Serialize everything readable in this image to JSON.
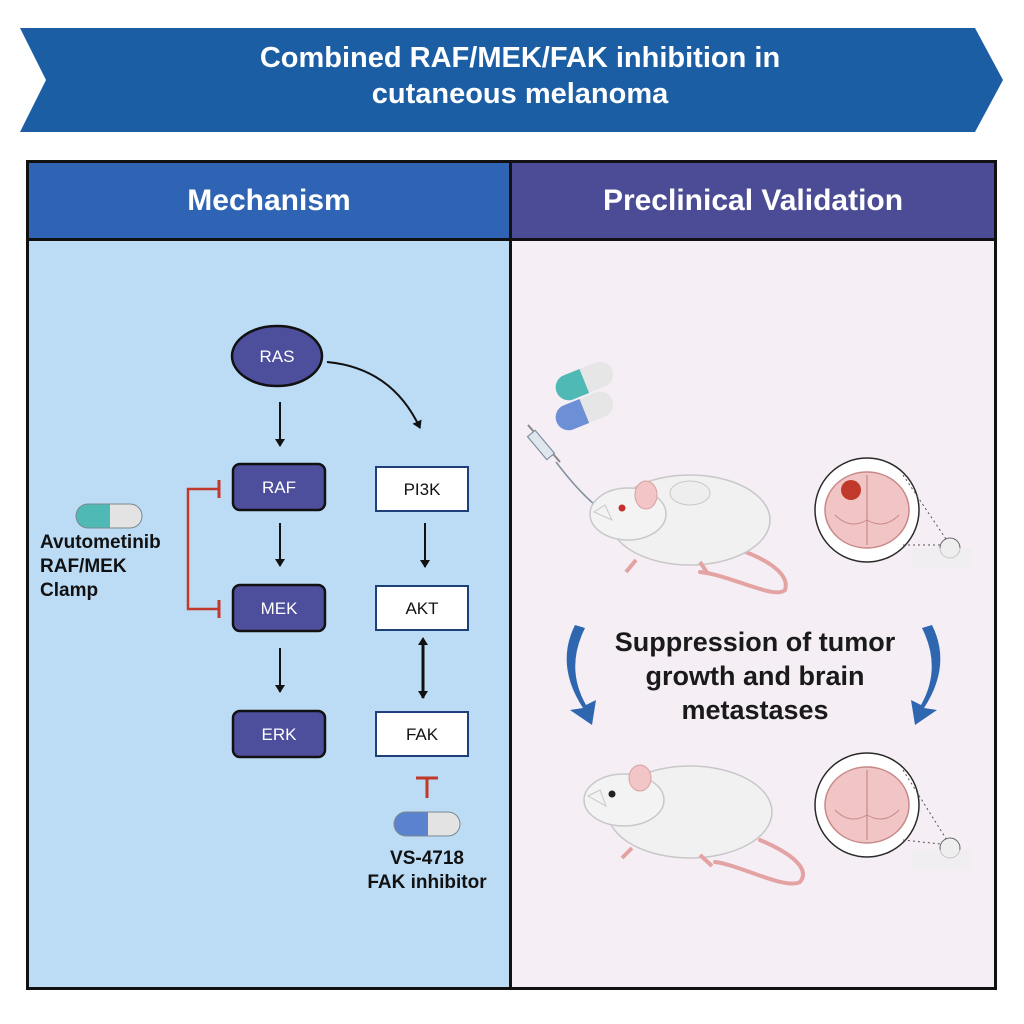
{
  "title_line1": "Combined RAF/MEK/FAK inhibition in",
  "title_line2": "cutaneous melanoma",
  "mechanism": {
    "header": "Mechanism",
    "nodes": {
      "ras": "RAS",
      "raf": "RAF",
      "mek": "MEK",
      "erk": "ERK",
      "pi3k": "PI3K",
      "akt": "AKT",
      "fak": "FAK"
    },
    "drug1": {
      "line1": "Avutometinib",
      "line2": "RAF/MEK",
      "line3": "Clamp"
    },
    "drug2": {
      "line1": "VS-4718",
      "line2": "FAK inhibitor"
    }
  },
  "validation": {
    "header": "Preclinical Validation",
    "result_line1": "Suppression of tumor",
    "result_line2": "growth and brain",
    "result_line3": "metastases"
  },
  "colors": {
    "banner": "#1b5ea3",
    "mechanism_header": "#2f63b3",
    "validation_header": "#4b4c95",
    "node_fill": "#4e4f9c",
    "inhibit_red": "#c0392b",
    "curved_arrow": "#2e66b0"
  }
}
